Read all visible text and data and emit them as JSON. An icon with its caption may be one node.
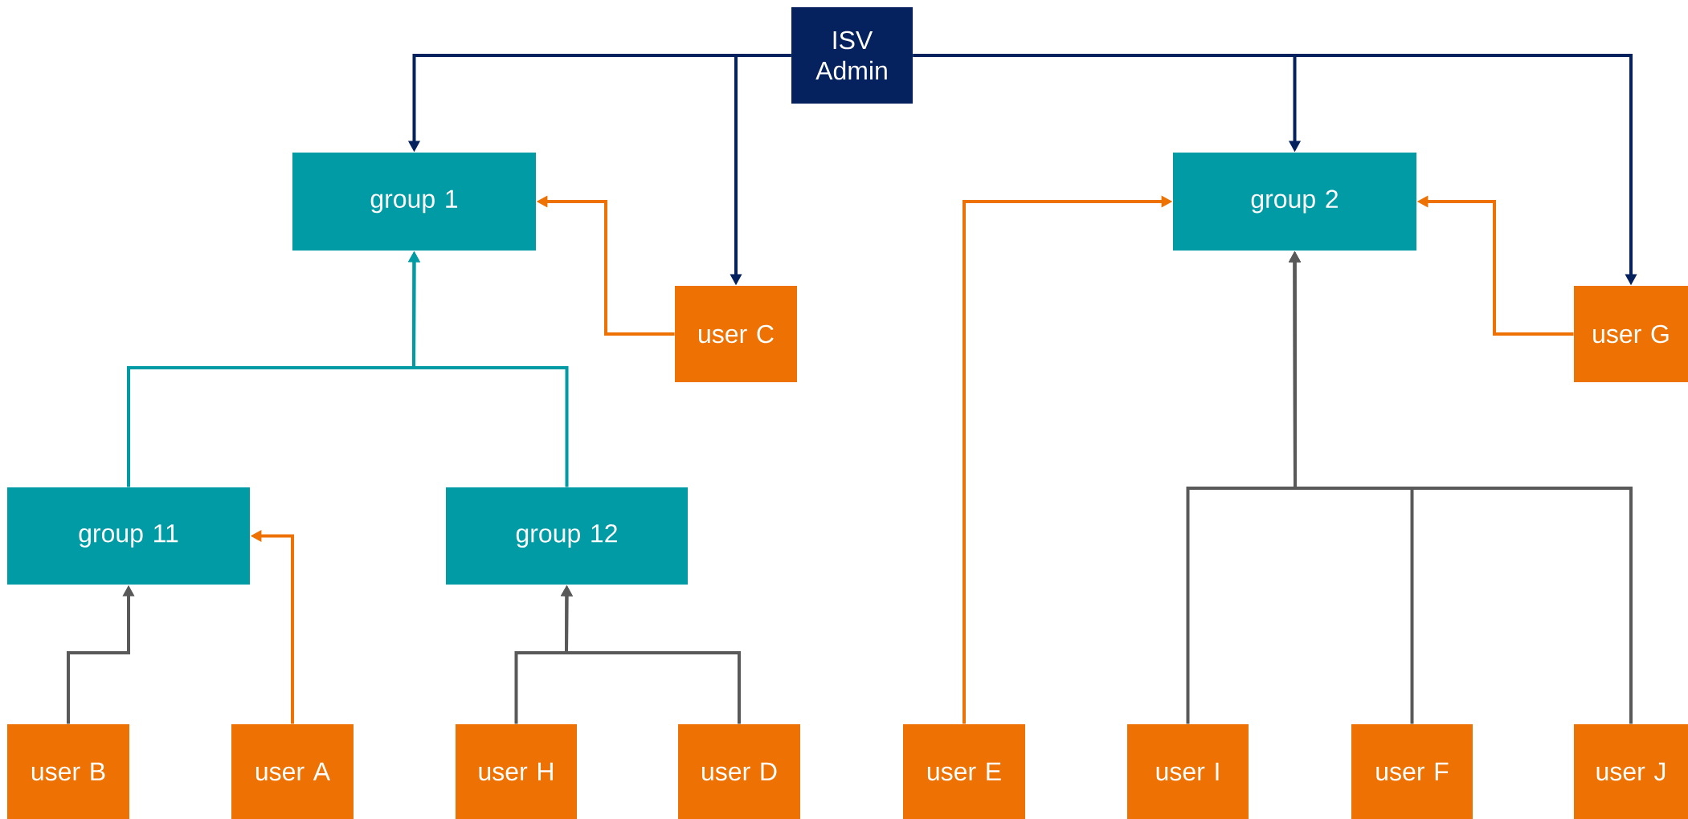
{
  "diagram": {
    "nodes": [
      {
        "text": [
          "ISV Admin"
        ]
      },
      {
        "text": [
          "group 1"
        ]
      },
      {
        "text": [
          "group 2"
        ]
      },
      {
        "text": [
          "user C"
        ]
      },
      {
        "text": [
          "user G"
        ]
      },
      {
        "text": [
          "group 11"
        ]
      },
      {
        "text": [
          "group 12"
        ]
      },
      {
        "text": [
          "user B"
        ]
      },
      {
        "text": [
          "user A"
        ]
      },
      {
        "text": [
          "user H"
        ]
      },
      {
        "text": [
          "user D"
        ]
      },
      {
        "text": [
          "user E"
        ]
      },
      {
        "text": [
          "user I"
        ]
      },
      {
        "text": [
          "user F"
        ]
      },
      {
        "text": [
          "user J"
        ]
      }
    ],
    "edges": [
      {
        "from": 0,
        "to": 1,
        "arrow": "to",
        "color": "#05215e"
      },
      {
        "from": 0,
        "to": 3,
        "arrow": "to",
        "color": "#05215e"
      },
      {
        "from": 0,
        "to": 2,
        "arrow": "to",
        "color": "#05215e"
      },
      {
        "from": 0,
        "to": 4,
        "arrow": "to",
        "color": "#05215e"
      },
      {
        "from": 3,
        "to": 1,
        "arrow": "to",
        "color": "#ee7203"
      },
      {
        "from": 11,
        "to": 2,
        "arrow": "to",
        "color": "#ee7203"
      },
      {
        "from": 4,
        "to": 2,
        "arrow": "to",
        "color": "#ee7203"
      },
      {
        "from": 8,
        "to": 5,
        "arrow": "to",
        "color": "#ee7203"
      },
      {
        "from": 5,
        "to": 1,
        "arrow": "to",
        "color": "#009ba4"
      },
      {
        "from": 6,
        "to": 1,
        "arrow": "to",
        "color": "#009ba4"
      },
      {
        "from": 7,
        "to": 5,
        "arrow": "to"
      },
      {
        "from": 9,
        "to": 6,
        "arrow": "to"
      },
      {
        "from": 10,
        "to": 6,
        "arrow": "to"
      },
      {
        "from": 12,
        "to": 2,
        "arrow": "to"
      },
      {
        "from": 13,
        "to": 2,
        "arrow": "to"
      },
      {
        "from": 14,
        "to": 2,
        "arrow": "to"
      }
    ]
  }
}
